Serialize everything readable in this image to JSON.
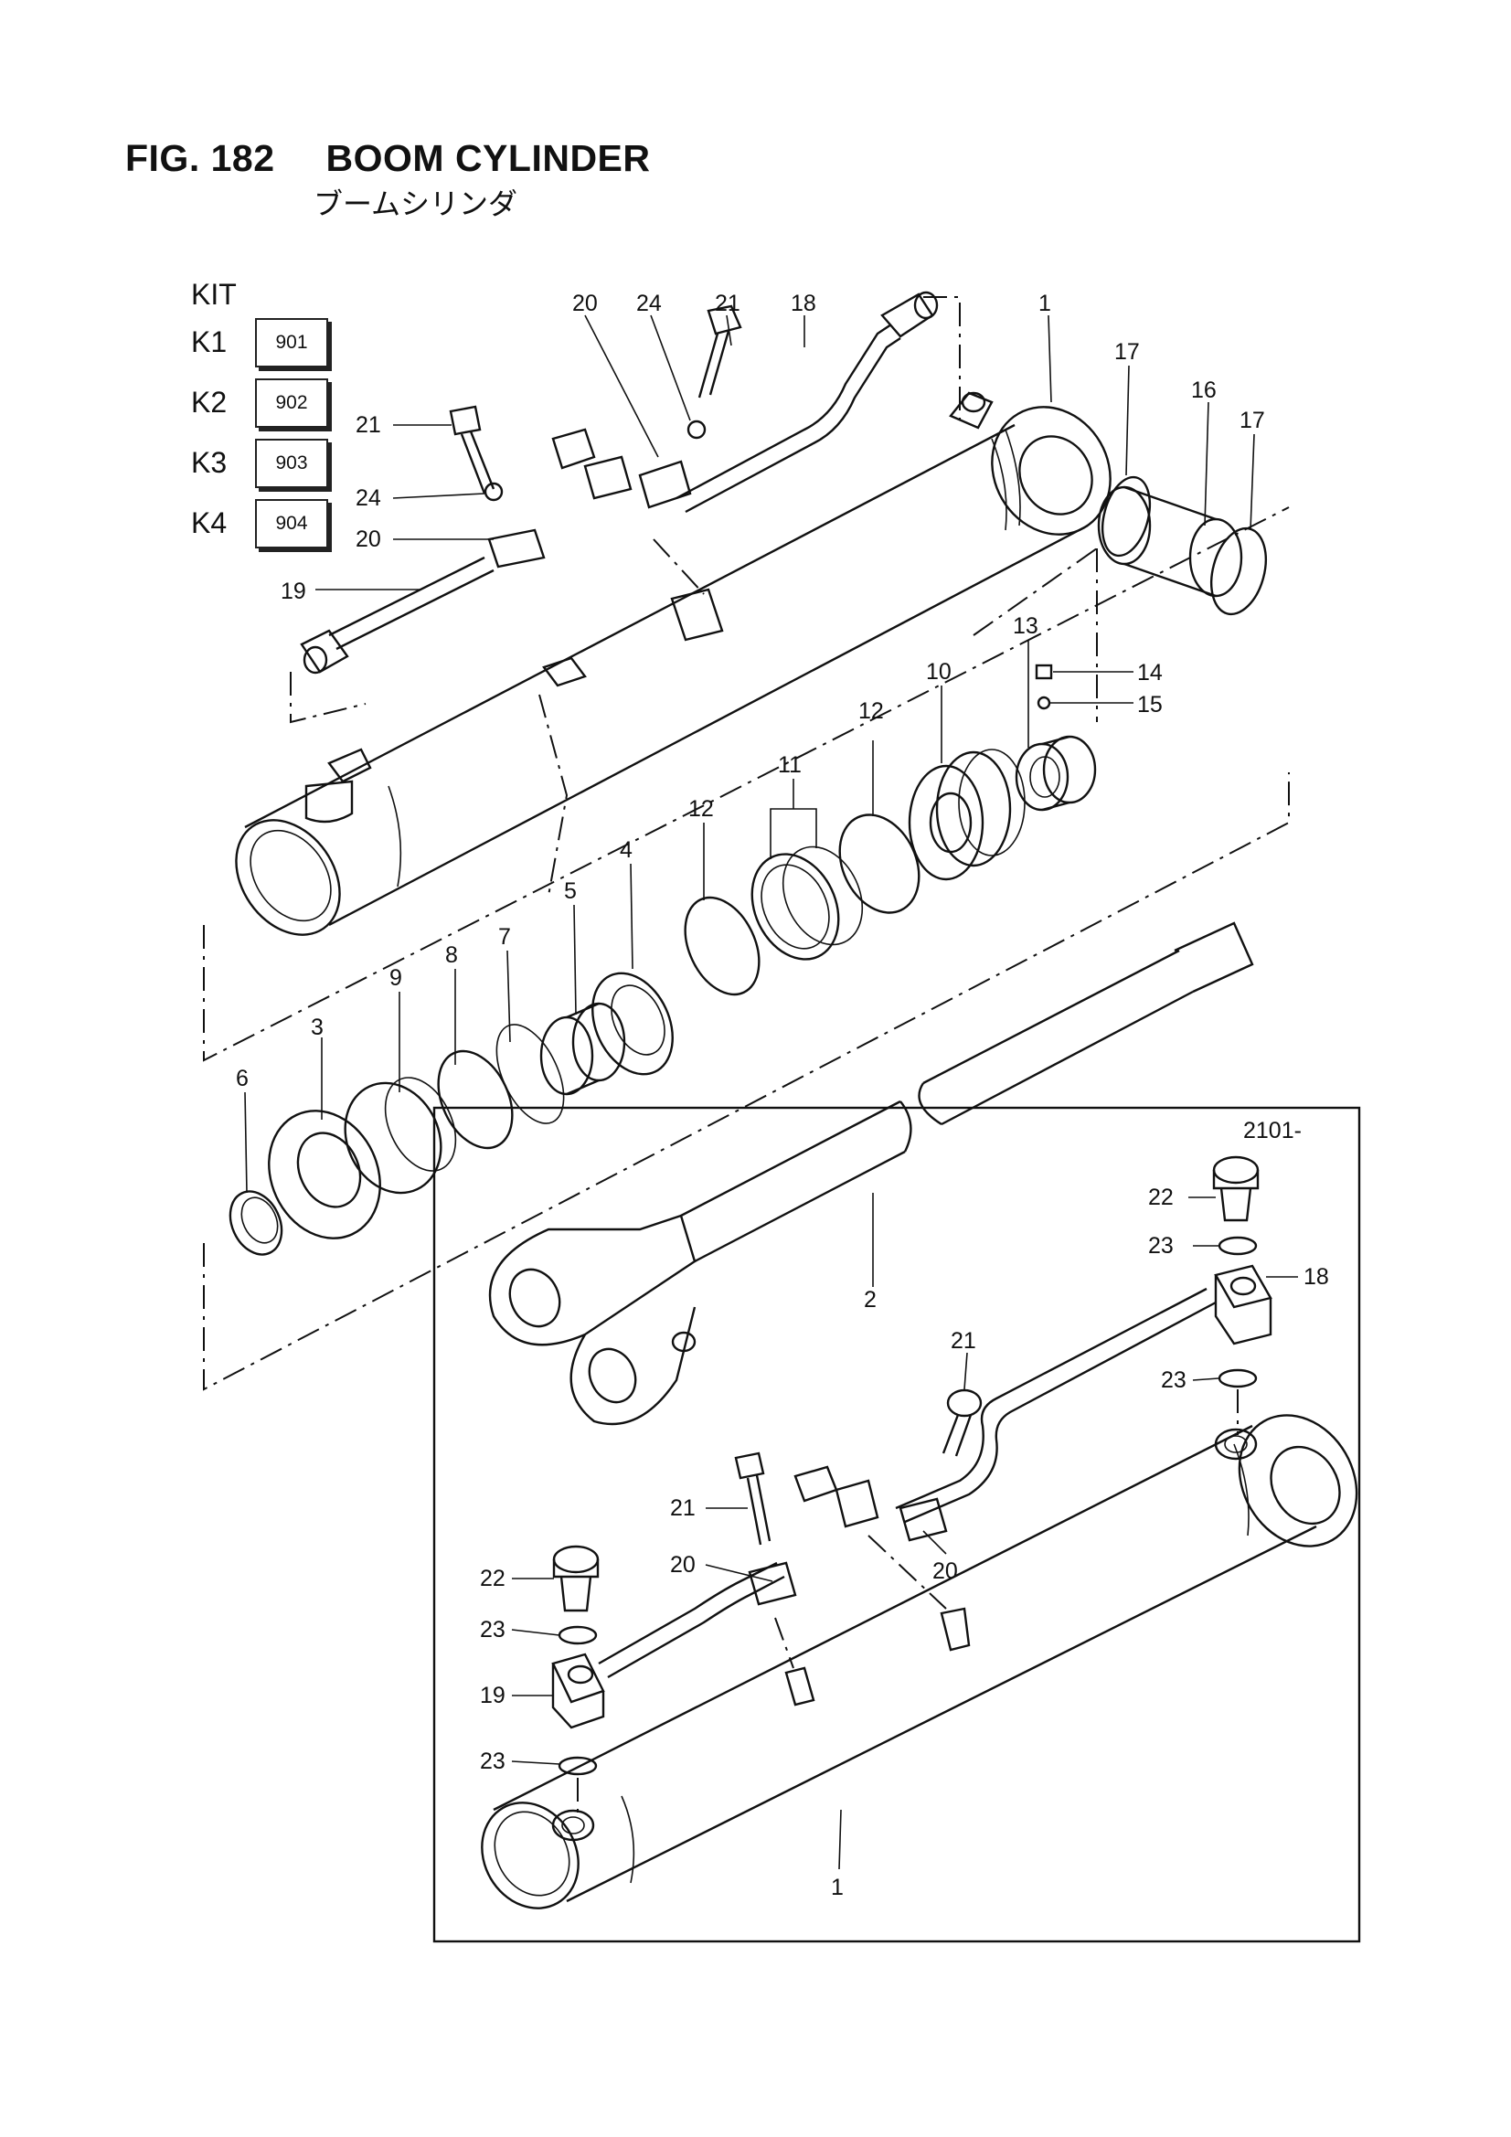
{
  "header": {
    "fig_label": "FIG. 182",
    "title": "BOOM CYLINDER",
    "subtitle": "ブームシリンダ"
  },
  "kit": {
    "heading": "KIT",
    "rows": [
      {
        "label": "K1",
        "code": "901"
      },
      {
        "label": "K2",
        "code": "902"
      },
      {
        "label": "K3",
        "code": "903"
      },
      {
        "label": "K4",
        "code": "904"
      }
    ]
  },
  "inset": {
    "label": "2101-"
  },
  "callouts": {
    "c1a": "1",
    "c1b": "1",
    "c2": "2",
    "c3": "3",
    "c4": "4",
    "c5": "5",
    "c6": "6",
    "c7": "7",
    "c8": "8",
    "c9": "9",
    "c10": "10",
    "c11": "11",
    "c12a": "12",
    "c12b": "12",
    "c13": "13",
    "c14": "14",
    "c15": "15",
    "c16": "16",
    "c17a": "17",
    "c17b": "17",
    "c18a": "18",
    "c18b": "18",
    "c19a": "19",
    "c19b": "19",
    "c20a": "20",
    "c20b": "20",
    "c20c": "20",
    "c20d": "20",
    "c21a": "21",
    "c21b": "21",
    "c21c": "21",
    "c21d": "21",
    "c22a": "22",
    "c22b": "22",
    "c23a": "23",
    "c23b": "23",
    "c23c": "23",
    "c23d": "23",
    "c24a": "24",
    "c24b": "24"
  }
}
